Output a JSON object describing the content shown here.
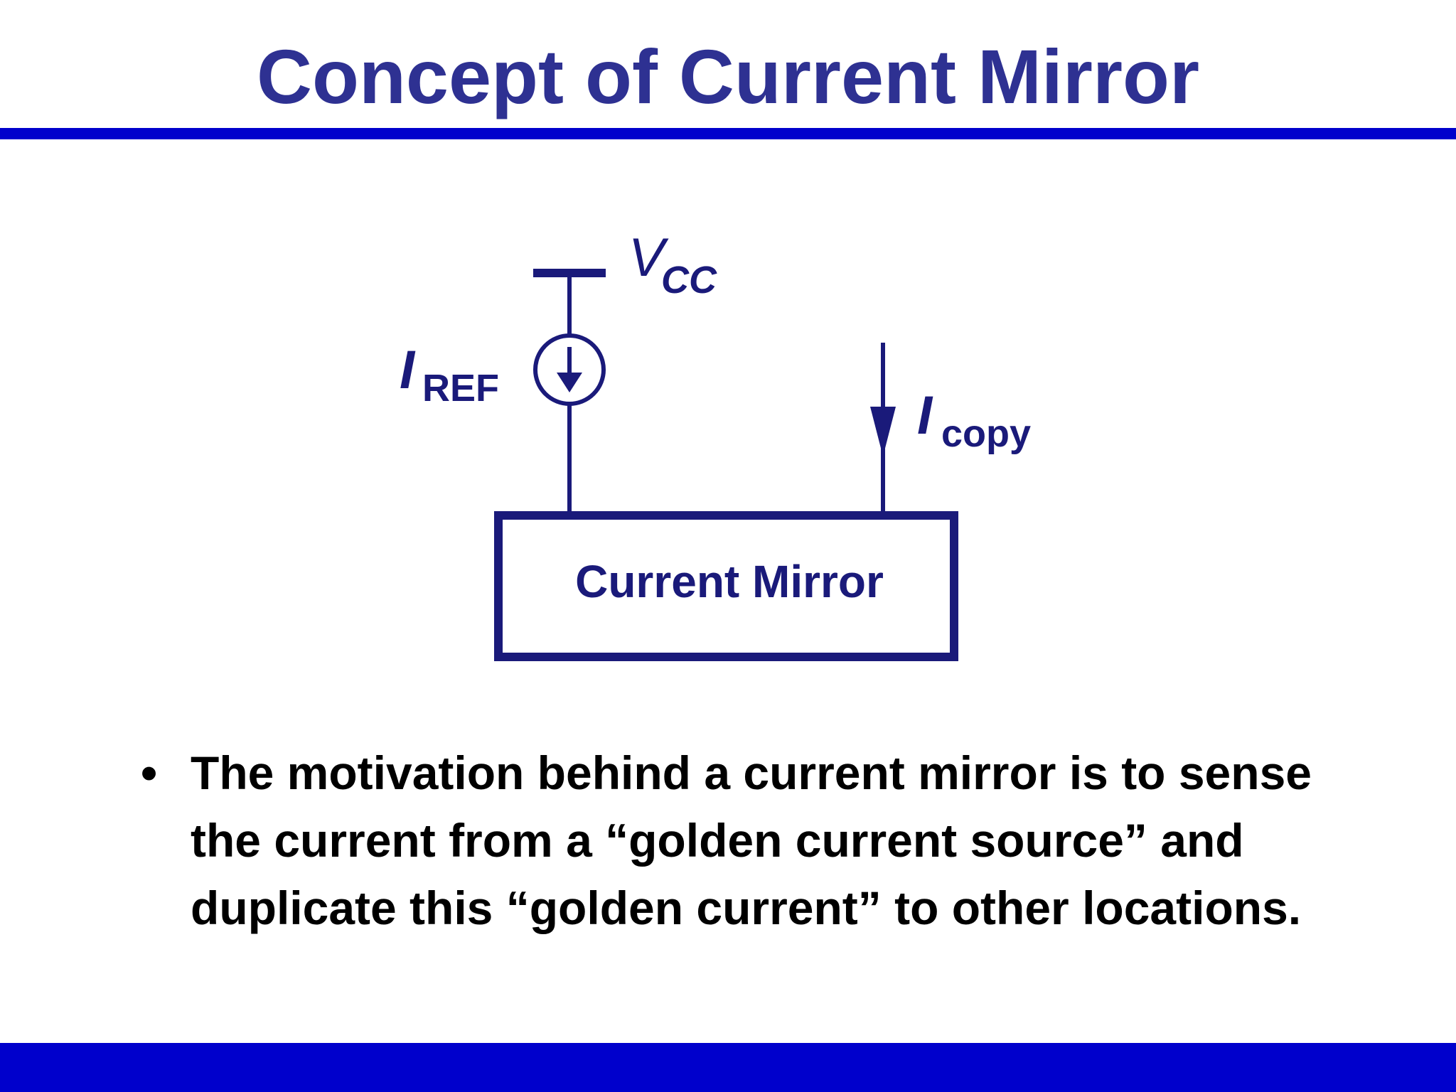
{
  "slide": {
    "title": "Concept of Current Mirror",
    "colors": {
      "title": "#2e3192",
      "rule": "#0000cc",
      "diagram": "#1a1a7a",
      "body_text": "#000000"
    }
  },
  "diagram": {
    "supply_label": "V",
    "supply_subscript": "CC",
    "ref_label": "I",
    "ref_subscript": "REF",
    "copy_label": "I",
    "copy_subscript": "copy",
    "block_label": "Current Mirror"
  },
  "bullets": [
    {
      "marker": "•",
      "text": "The motivation behind a current mirror is to sense the current from a “golden current source” and duplicate this “golden current” to other locations."
    }
  ]
}
